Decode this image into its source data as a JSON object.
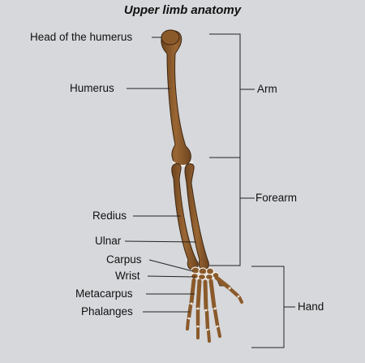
{
  "title": "Upper limb anatomy",
  "labels": {
    "head_of_humerus": "Head of the humerus",
    "humerus": "Humerus",
    "redius": "Redius",
    "ulnar": "Ulnar",
    "carpus": "Carpus",
    "wrist": "Wrist",
    "metacarpus": "Metacarpus",
    "phalanges": "Phalanges"
  },
  "regions": {
    "arm": "Arm",
    "forearm": "Forearm",
    "hand": "Hand"
  },
  "colors": {
    "background": "#d6d8db",
    "bone": "#8b5a2b",
    "bone_dark": "#5e3a17",
    "bone_outline": "#3d2610",
    "line": "#222222"
  }
}
